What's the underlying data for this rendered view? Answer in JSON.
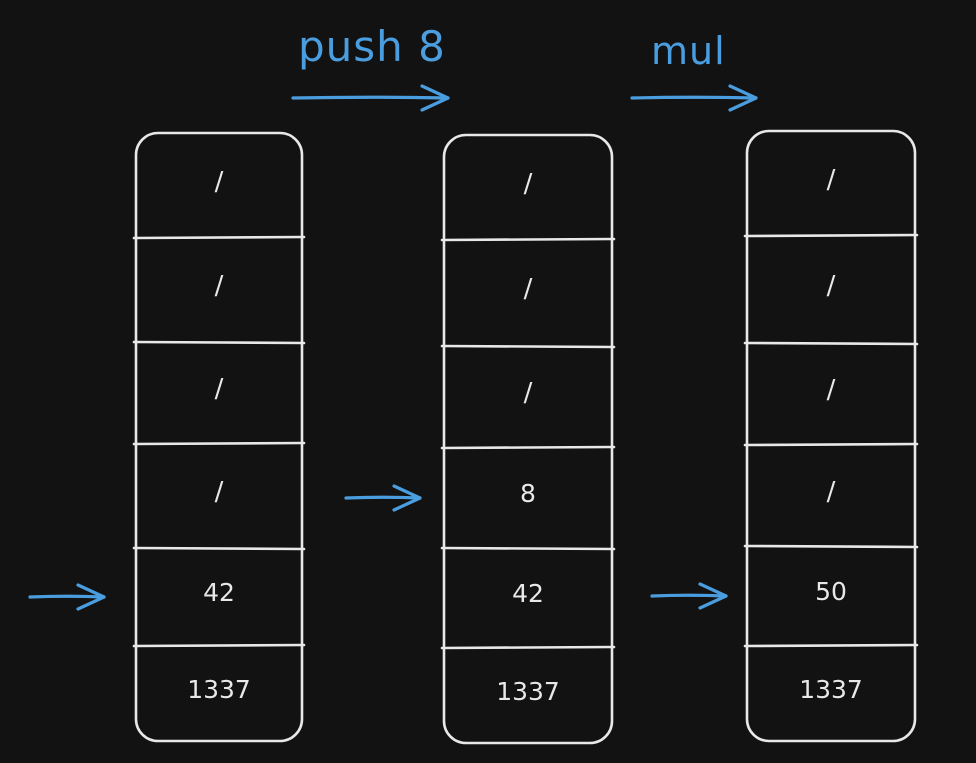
{
  "operations": [
    {
      "label": "push 8"
    },
    {
      "label": "mul"
    }
  ],
  "stacks": [
    {
      "cells": [
        "/",
        "/",
        "/",
        "/",
        "42",
        "1337"
      ],
      "pointer_index": 4
    },
    {
      "cells": [
        "/",
        "/",
        "/",
        "8",
        "42",
        "1337"
      ],
      "pointer_index": 3
    },
    {
      "cells": [
        "/",
        "/",
        "/",
        "/",
        "50",
        "1337"
      ],
      "pointer_index": 4
    }
  ],
  "colors": {
    "background": "#121212",
    "stroke": "#e8e8e8",
    "accent": "#4a9ee0"
  }
}
